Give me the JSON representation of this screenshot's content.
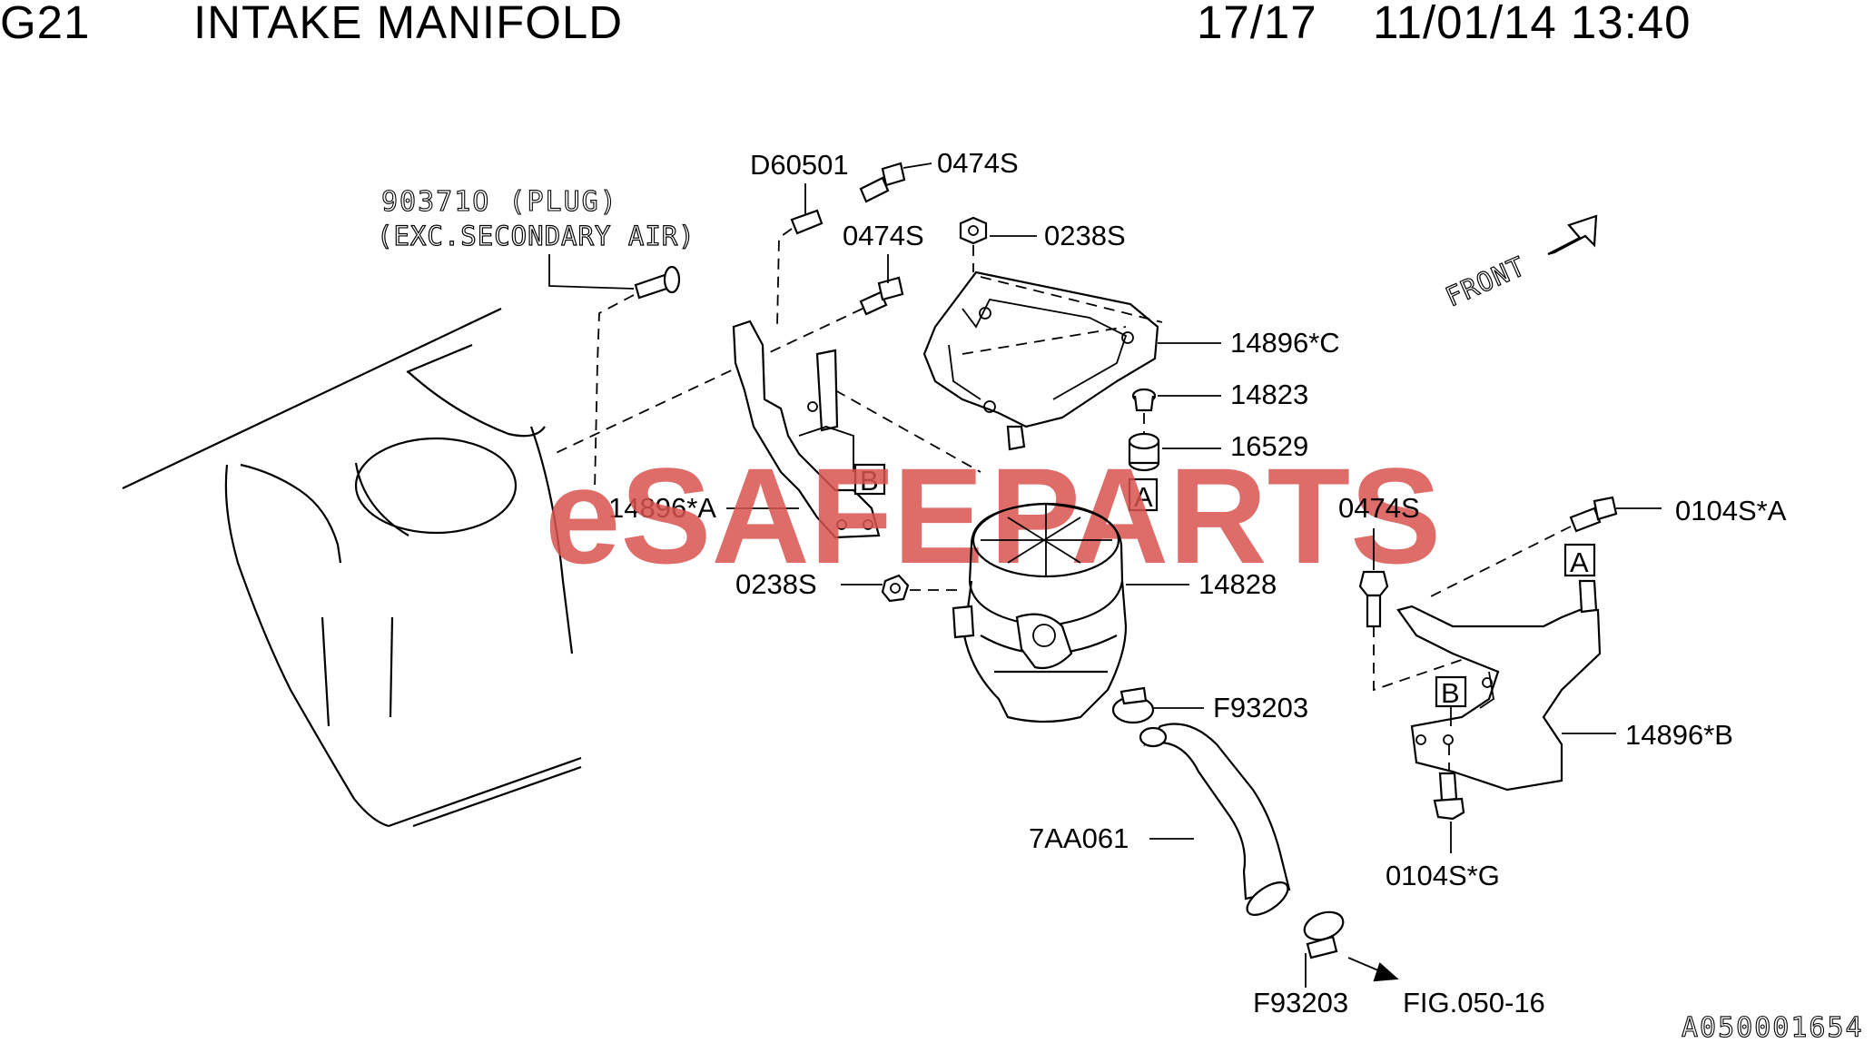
{
  "header": {
    "code": "G21",
    "title": "INTAKE MANIFOLD",
    "page": "17/17",
    "date_time": "11/01/14 13:40"
  },
  "watermark": {
    "text_left": "eSAFE",
    "text_right": "PARTS",
    "color": "#d9534f"
  },
  "front_label": "FRONT",
  "labels": {
    "plug_part": "90371O (PLUG)",
    "plug_note": "(EXC.SECONDARY AIR)",
    "d60501": "D60501",
    "bolt_top": "0474S",
    "bolt_mid": "0474S",
    "nut_top": "0238S",
    "bracket_c": "14896*C",
    "p14823": "14823",
    "p16529": "16529",
    "bracket_a": "14896*A",
    "nut_left": "0238S",
    "pump": "14828",
    "bolt_right": "0474S",
    "bolt_0104a": "0104S*A",
    "clamp_top": "F93203",
    "bracket_b": "14896*B",
    "hose": "7AA061",
    "bolt_0104g": "0104S*G",
    "clamp_bottom": "F93203",
    "fig_ref": "FIG.050-16",
    "ref_a": "A",
    "ref_b": "B"
  },
  "diagram_id": "A050001654"
}
